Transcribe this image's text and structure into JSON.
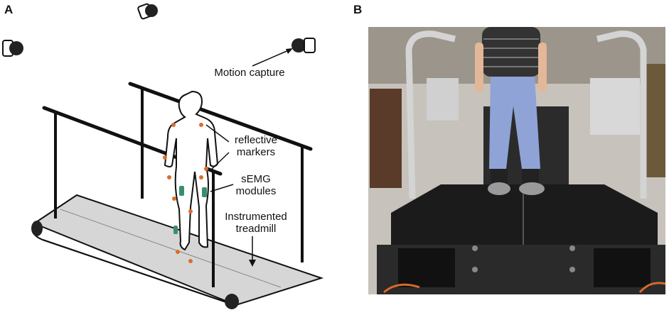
{
  "panels": {
    "a": {
      "label": "A",
      "annotations": {
        "motion_capture": "Motion capture",
        "reflective_markers_line1": "reflective",
        "reflective_markers_line2": "markers",
        "semg_line1": "sEMG",
        "semg_line2": "modules",
        "treadmill_line1": "Instrumented",
        "treadmill_line2": "treadmill"
      },
      "icons": [
        "camera-icon"
      ],
      "colors": {
        "marker": "#e06a2a",
        "semg": "#3a8f6a",
        "belt": "#d6d6d6"
      }
    },
    "b": {
      "label": "B",
      "photo_description_colors": {
        "shirt": "#222222",
        "pants": "#8fa3d6",
        "belt": "#1b1b1b",
        "rails": "#c9c9c9"
      }
    }
  }
}
